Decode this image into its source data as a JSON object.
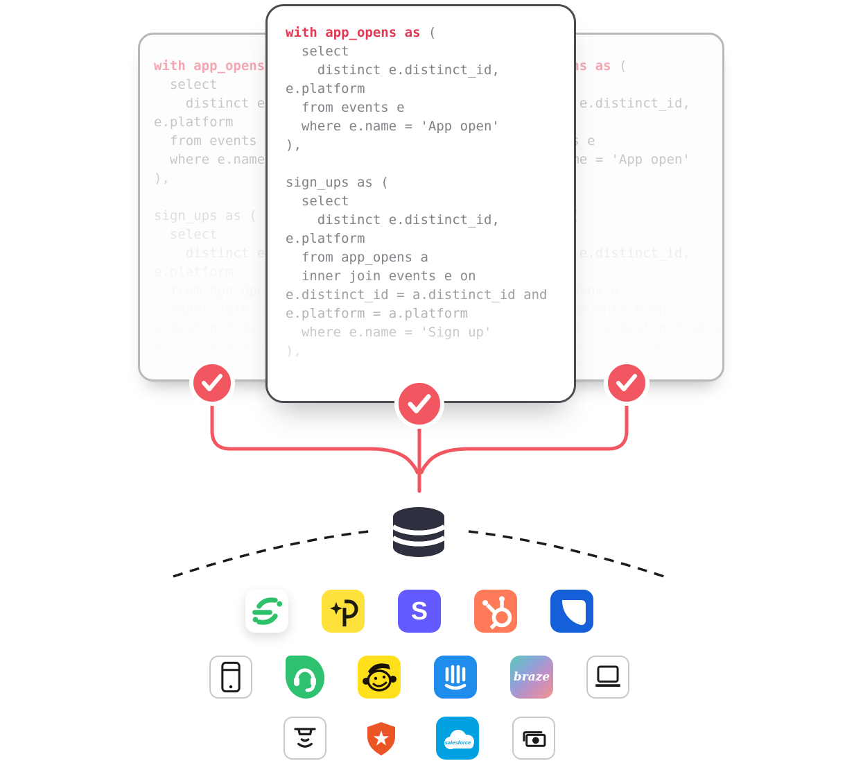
{
  "code": {
    "keyword": "with app_opens as",
    "lines": [
      "with app_opens as (",
      "  select",
      "    distinct e.distinct_id,",
      "e.platform",
      "  from events e",
      "  where e.name = 'App open'",
      "),",
      "",
      "sign_ups as (",
      "  select",
      "    distinct e.distinct_id,",
      "e.platform",
      "  from app_opens a",
      "  inner join events e on",
      "e.distinct_id = a.distinct_id and",
      "e.platform = a.platform",
      "  where e.name = 'Sign up'",
      "),"
    ]
  },
  "colors": {
    "keyword_red": "#e13954",
    "check_red": "#f25660",
    "connector_red": "#f25660",
    "database_dark": "#2e3040",
    "dash_black": "#1b1b1d",
    "card_border_dark": "#4a4c52",
    "card_border_light": "#b7b8bb"
  },
  "checkmarks": {
    "count": 3
  },
  "logos": {
    "segment": {
      "name": "Segment",
      "bg": "#ffffff",
      "accent": "#2fc06a"
    },
    "pendo": {
      "name": "Pendo",
      "bg": "#ffe13b",
      "glyph": "P"
    },
    "stripe": {
      "name": "Stripe",
      "bg": "#635bff",
      "letter": "S"
    },
    "hubspot": {
      "name": "HubSpot",
      "bg": "#ff7a59"
    },
    "blueapp": {
      "name": "blue quarter-sail app",
      "bg": "#1560d8"
    },
    "phone": {
      "name": "mobile device"
    },
    "freshdesk": {
      "name": "Freshdesk",
      "bg": "#2ec16f"
    },
    "mailchimp": {
      "name": "Mailchimp",
      "bg": "#ffe01b"
    },
    "intercom": {
      "name": "Intercom",
      "bg": "#208ceb"
    },
    "braze": {
      "name": "Braze",
      "bg": "linear-gradient(135deg,#5cc8bd 0%,#8fa2d8 38%,#c08fc4 62%,#f2938d 100%)",
      "label": "braze"
    },
    "laptop": {
      "name": "laptop device"
    },
    "sensor": {
      "name": "iot sensor device"
    },
    "auth0": {
      "name": "Auth0",
      "accent": "#eb5424"
    },
    "salesforce": {
      "name": "Salesforce",
      "bg": "#00a1e0",
      "label": "salesforce"
    },
    "cash": {
      "name": "cash / point of sale device"
    }
  }
}
